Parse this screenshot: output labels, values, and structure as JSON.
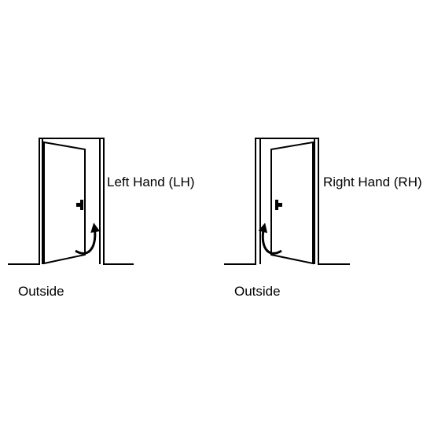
{
  "doors": [
    {
      "hand_label": "Left Hand (LH)",
      "outside_label": "Outside"
    },
    {
      "hand_label": "Right Hand (RH)",
      "outside_label": "Outside"
    }
  ],
  "colors": {
    "stroke": "#000000",
    "background": "#ffffff"
  }
}
